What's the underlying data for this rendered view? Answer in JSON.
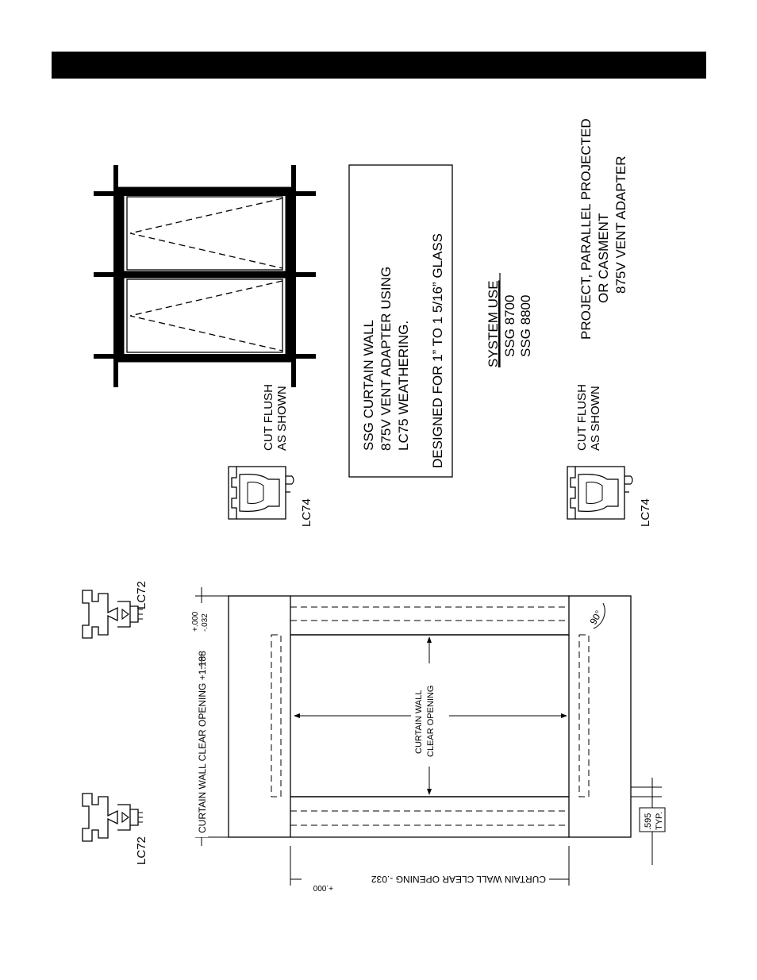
{
  "notes": {
    "line1": "SSG CURTAIN WALL",
    "line2": "875V VENT ADAPTER USING",
    "line3": "LC75 WEATHERING.",
    "line4": "DESIGNED FOR 1” TO 1 5/16” GLASS"
  },
  "system_use": {
    "heading": "SYSTEM USE",
    "item1": "SSG 8700",
    "item2": "SSG 8800"
  },
  "vent_types": {
    "line1": "PROJECT, PARALLEL PROJECTED",
    "line2": "OR CASMENT",
    "line3": "875V VENT ADAPTER"
  },
  "cut_flush": {
    "line1": "CUT FLUSH",
    "line2": "AS SHOWN"
  },
  "part_labels": {
    "lc74": "LC74",
    "lc72": "LC72"
  },
  "dimensions": {
    "vertical_label": "CURTAIN WALL  CLEAR OPENING +1.188",
    "vertical_tol_plus": "+.000",
    "vertical_tol_minus": "-.032",
    "horizontal_label": "CURTAIN WALL CLEAR OPENING -.032",
    "horizontal_tol": "+.000",
    "center_line1": "CURTAIN WALL",
    "center_line2": "CLEAR OPENING",
    "angle": "90°",
    "typ_value": ".595",
    "typ_label": "TYP."
  }
}
